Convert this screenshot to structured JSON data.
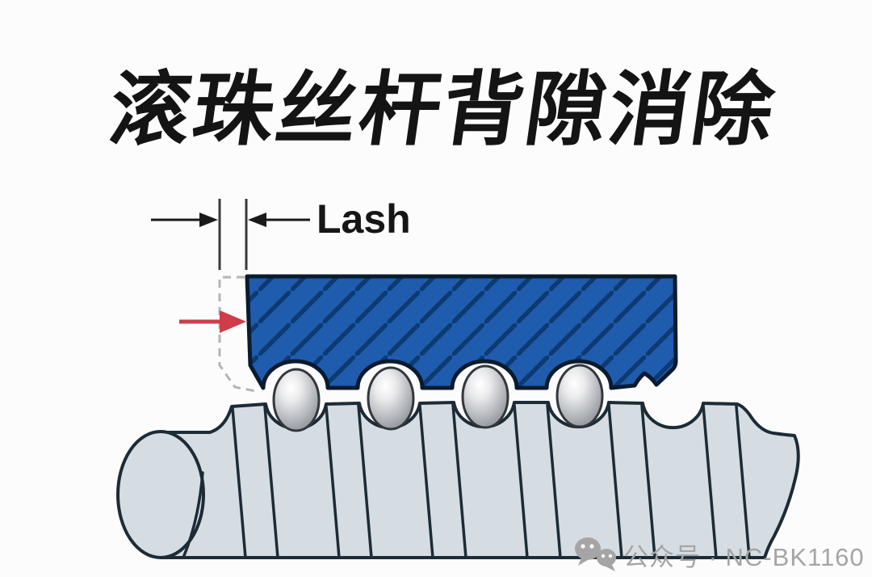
{
  "title": "滚珠丝杆背隙消除",
  "diagram": {
    "dimension": {
      "label": "Lash"
    },
    "balls_count": 4,
    "colors": {
      "nut_base": "#1f5cad",
      "nut_hatch": "#0d3a72",
      "nut_outline": "#0b1b2e",
      "screw_fill": "#d5dde2",
      "screw_outline": "#1c2b36",
      "ball_edge": "#32373c",
      "red_arrow": "#ce3d49",
      "dimension_ink": "#1a1a1a",
      "ghost_dash": "#b5b5b5",
      "watermark_gray": "#a5a5a5",
      "title_ink": "#141414"
    }
  },
  "watermark": {
    "icon": "wechat-icon",
    "text": "公众号 · NC-BK1160"
  }
}
